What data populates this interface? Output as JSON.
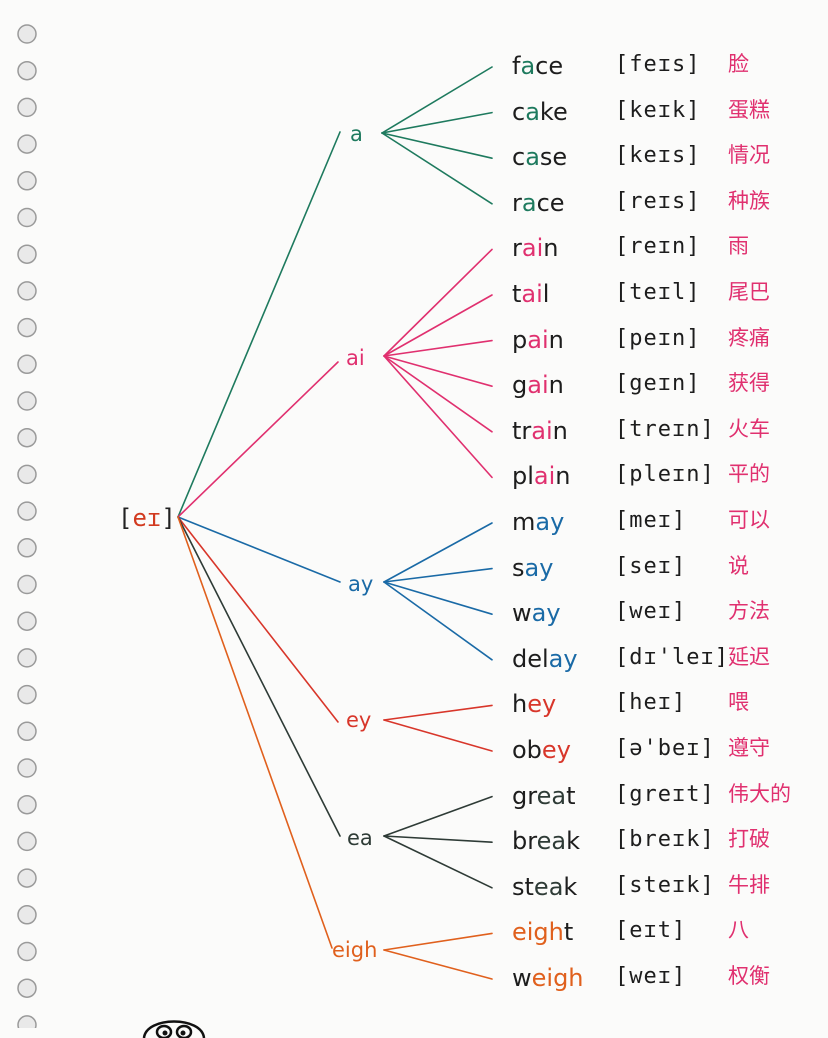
{
  "root": {
    "open": "[",
    "phoneme": "eɪ",
    "close": "]"
  },
  "branches": [
    {
      "id": "a",
      "label": "a",
      "color": "#1e7a5e",
      "rows": [
        0,
        1,
        2,
        3
      ]
    },
    {
      "id": "ai",
      "label": "ai",
      "color": "#e0306f",
      "rows": [
        4,
        5,
        6,
        7,
        8,
        9
      ]
    },
    {
      "id": "ay",
      "label": "ay",
      "color": "#1a6aa6",
      "rows": [
        10,
        11,
        12,
        13
      ]
    },
    {
      "id": "ey",
      "label": "ey",
      "color": "#d8362a",
      "rows": [
        14,
        15
      ]
    },
    {
      "id": "ea",
      "label": "ea",
      "color": "#2e3b36",
      "rows": [
        16,
        17,
        18
      ]
    },
    {
      "id": "eigh",
      "label": "eigh",
      "color": "#e0601d",
      "rows": [
        19,
        20
      ]
    }
  ],
  "rows": [
    {
      "pre": "f",
      "hl": "a",
      "post": "ce",
      "ipa": "[feɪs]",
      "zh": "脸"
    },
    {
      "pre": "c",
      "hl": "a",
      "post": "ke",
      "ipa": "[keɪk]",
      "zh": "蛋糕"
    },
    {
      "pre": "c",
      "hl": "a",
      "post": "se",
      "ipa": "[keɪs]",
      "zh": "情况"
    },
    {
      "pre": "r",
      "hl": "a",
      "post": "ce",
      "ipa": "[reɪs]",
      "zh": "种族"
    },
    {
      "pre": "r",
      "hl": "ai",
      "post": "n",
      "ipa": "[reɪn]",
      "zh": "雨"
    },
    {
      "pre": "t",
      "hl": "ai",
      "post": "l",
      "ipa": "[teɪl]",
      "zh": "尾巴"
    },
    {
      "pre": "p",
      "hl": "ai",
      "post": "n",
      "ipa": "[peɪn]",
      "zh": "疼痛"
    },
    {
      "pre": "g",
      "hl": "ai",
      "post": "n",
      "ipa": "[geɪn]",
      "zh": "获得"
    },
    {
      "pre": "tr",
      "hl": "ai",
      "post": "n",
      "ipa": "[treɪn]",
      "zh": "火车"
    },
    {
      "pre": "pl",
      "hl": "ai",
      "post": "n",
      "ipa": "[pleɪn]",
      "zh": "平的"
    },
    {
      "pre": "m",
      "hl": "ay",
      "post": "",
      "ipa": "[meɪ]",
      "zh": "可以"
    },
    {
      "pre": "s",
      "hl": "ay",
      "post": "",
      "ipa": "[seɪ]",
      "zh": "说"
    },
    {
      "pre": "w",
      "hl": "ay",
      "post": "",
      "ipa": "[weɪ]",
      "zh": "方法"
    },
    {
      "pre": "del",
      "hl": "ay",
      "post": "",
      "ipa": "[dɪ'leɪ]",
      "zh": "延迟"
    },
    {
      "pre": "h",
      "hl": "ey",
      "post": "",
      "ipa": "[heɪ]",
      "zh": "喂"
    },
    {
      "pre": "ob",
      "hl": "ey",
      "post": "",
      "ipa": "[ə'beɪ]",
      "zh": "遵守"
    },
    {
      "pre": "gr",
      "hl": "ea",
      "post": "t",
      "ipa": "[greɪt]",
      "zh": "伟大的"
    },
    {
      "pre": "br",
      "hl": "ea",
      "post": "k",
      "ipa": "[breɪk]",
      "zh": "打破"
    },
    {
      "pre": "st",
      "hl": "ea",
      "post": "k",
      "ipa": "[steɪk]",
      "zh": "牛排"
    },
    {
      "pre": "",
      "hl": "eigh",
      "post": "t",
      "ipa": "[eɪt]",
      "zh": "八"
    },
    {
      "pre": "w",
      "hl": "eigh",
      "post": "",
      "ipa": "[weɪ]",
      "zh": "权衡"
    }
  ]
}
